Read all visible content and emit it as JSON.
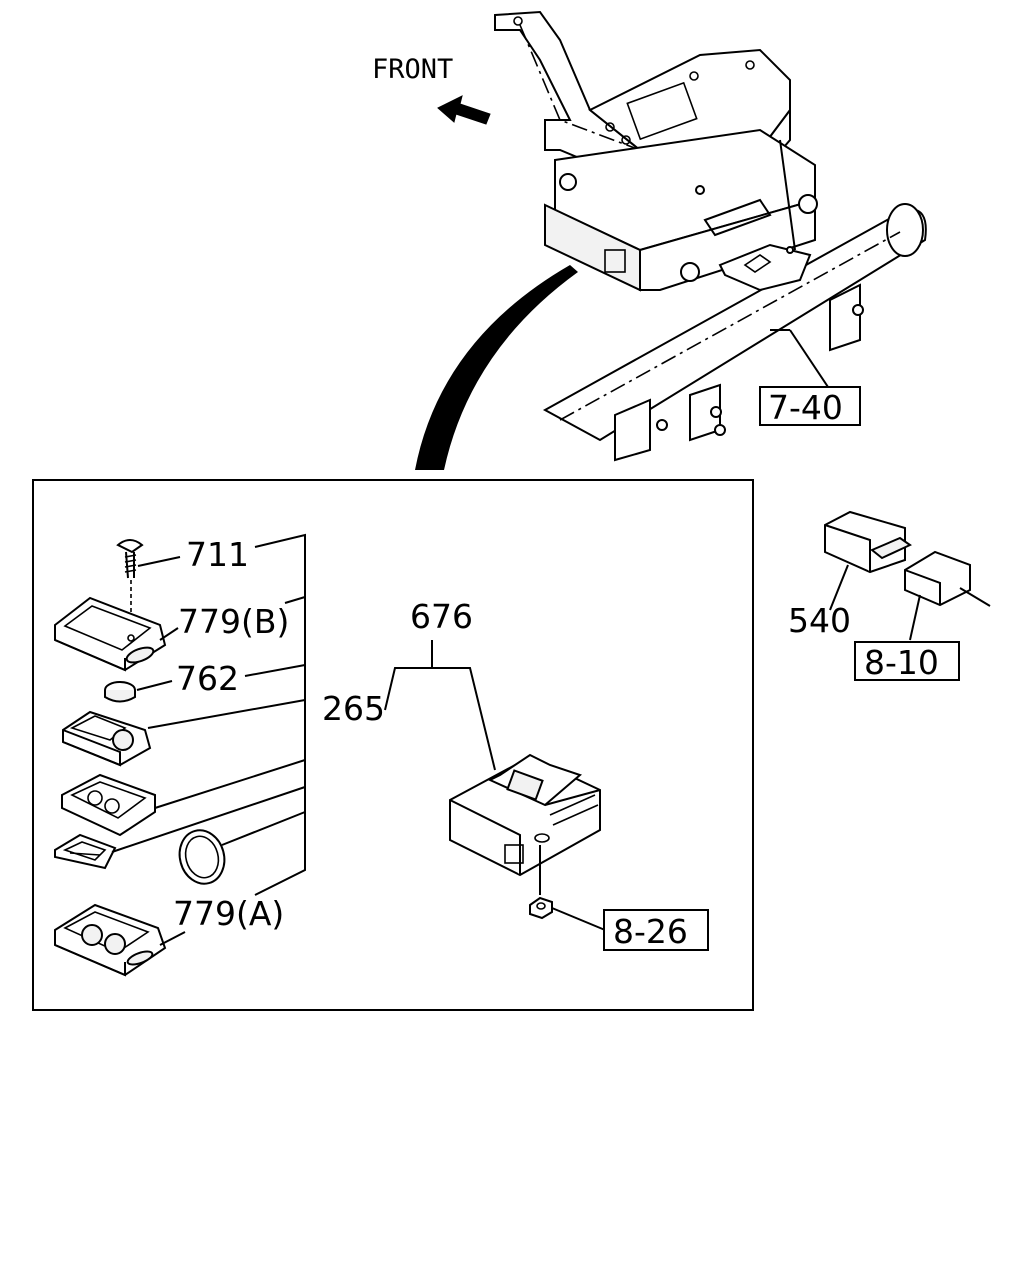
{
  "direction_label": "FRONT",
  "callouts": {
    "p711": "711",
    "p779b": "779(B)",
    "p762": "762",
    "p265": "265",
    "p779a": "779(A)",
    "p676": "676",
    "p540": "540",
    "ref_7_40": "7-40",
    "ref_8_10": "8-10",
    "ref_8_26": "8-26"
  }
}
